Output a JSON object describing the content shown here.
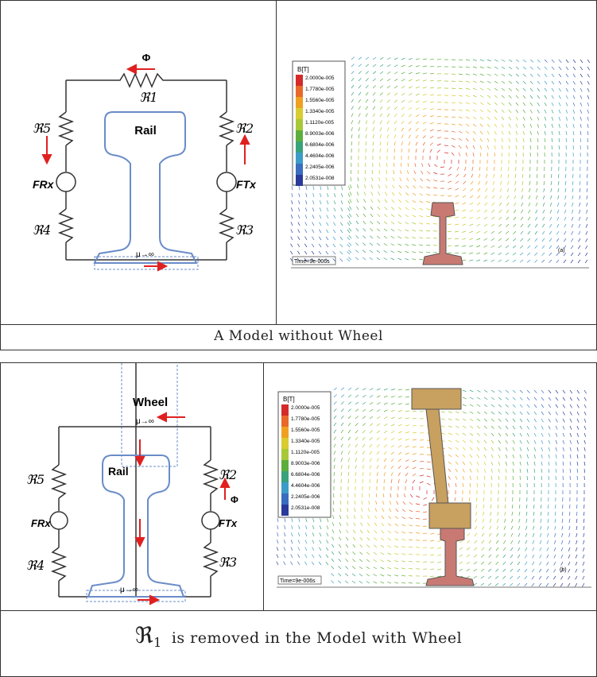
{
  "figure_top": {
    "circuit": {
      "phi": "Φ",
      "r1": "ℜ1",
      "r2": "ℜ2",
      "r3": "ℜ3",
      "r4": "ℜ4",
      "r5": "ℜ5",
      "frx": "FRx",
      "ftx": "FTx",
      "rail": "Rail",
      "mu": "μ→∞"
    },
    "field": {
      "legend_title": "B[T]",
      "legend_values": [
        "2.0000e-005",
        "1.7780e-005",
        "1.5560e-005",
        "1.3340e-005",
        "1.1120e-005",
        "8.9003e-006",
        "6.6804e-006",
        "4.4604e-006",
        "2.2405e-006",
        "2.0531e-008"
      ],
      "legend_colors": [
        "#d42a2a",
        "#e8682a",
        "#f0a020",
        "#d8cc30",
        "#a8c838",
        "#5cae3c",
        "#38a27a",
        "#3c9cc8",
        "#3a6cc0",
        "#2a3a9a"
      ],
      "time": "Time=9e-006s",
      "panel": "(a)"
    },
    "caption": "A Model without Wheel"
  },
  "figure_bottom": {
    "circuit": {
      "wheel": "Wheel",
      "mu_top": "μ→∞",
      "mu_bottom": "μ→∞",
      "phi": "Φ",
      "r2": "ℜ2",
      "r3": "ℜ3",
      "r4": "ℜ4",
      "r5": "ℜ5",
      "frx": "FRx",
      "ftx": "FTx",
      "rail": "Rail"
    },
    "field": {
      "legend_title": "B[T]",
      "legend_values": [
        "2.0000e-005",
        "1.7780e-005",
        "1.5560e-005",
        "1.3340e-005",
        "1.1120e-005",
        "8.9003e-006",
        "6.6804e-006",
        "4.4604e-006",
        "2.2405e-006",
        "2.0531e-008"
      ],
      "time": "Time=9e-006s",
      "panel": "(b)"
    },
    "caption_symbol": "ℜ",
    "caption_subscript": "1",
    "caption_text": "is removed in the Model with Wheel"
  }
}
